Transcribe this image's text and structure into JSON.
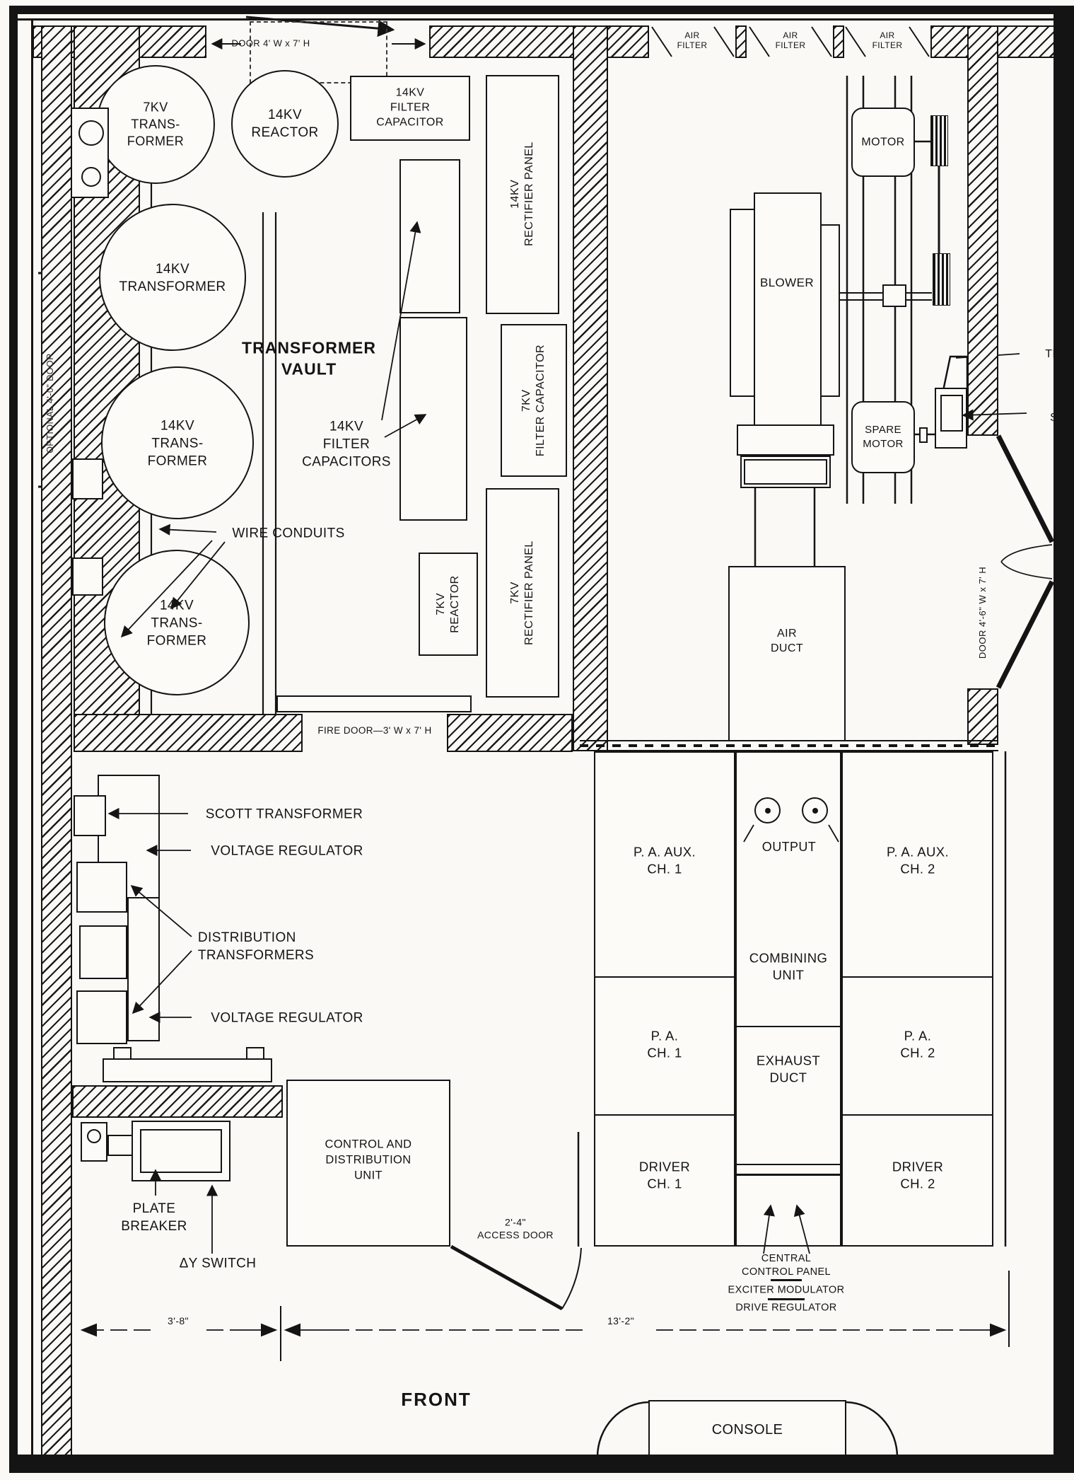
{
  "doors": {
    "top": "DOOR 4' W x 7' H",
    "fire": "FIRE DOOR—3' W x 7' H",
    "side": "DOOR 4'-6\" W x 7' H",
    "access": "2'-4\"\nACCESS DOOR",
    "optional": "OPTIONAL 4'-0\" DOOR"
  },
  "air_filters": [
    "AIR\nFILTER",
    "AIR\nFILTER",
    "AIR\nFILTER"
  ],
  "vault": {
    "title": "TRANSFORMER\nVAULT",
    "transformer_7kv": "7KV\nTRANS-\nFORMER",
    "reactor_14kv": "14KV\nREACTOR",
    "filter_capacitor_14kv": "14KV\nFILTER\nCAPACITOR",
    "transformer_14kv_1": "14KV\nTRANSFORMER",
    "transformer_14kv_2": "14KV\nTRANS-\nFORMER",
    "transformer_14kv_3": "14KV\nTRANS-\nFORMER",
    "filter_capacitors_label": "14KV\nFILTER\nCAPACITORS",
    "wire_conduits": "WIRE CONDUITS",
    "rectifier_panel_14kv": "14KV\nRECTIFIER PANEL",
    "filter_capacitor_7kv": "7KV\nFILTER CAPACITOR",
    "rectifier_panel_7kv": "7KV\nRECTIFIER PANEL",
    "reactor_7kv": "7KV\nREACTOR"
  },
  "blower_room": {
    "motor": "MOTOR",
    "blower": "BLOWER",
    "spare_motor": "SPARE\nMOTOR",
    "air_duct": "AIR\nDUCT",
    "motor_transfer_switch": "MOTOR\nTRANSFER\nSWITCH",
    "motor_starter": "MOTOR\nSTARTER"
  },
  "power_room": {
    "scott_transformer": "SCOTT TRANSFORMER",
    "voltage_regulator_1": "VOLTAGE REGULATOR",
    "distribution_transformers": "DISTRIBUTION\nTRANSFORMERS",
    "voltage_regulator_2": "VOLTAGE REGULATOR",
    "plate_breaker": "PLATE\nBREAKER",
    "delta_y_switch": "ΔY SWITCH",
    "control_distribution_unit": "CONTROL AND\nDISTRIBUTION\nUNIT"
  },
  "transmitter": {
    "pa_aux_ch1": "P. A. AUX.\nCH. 1",
    "output": "OUTPUT",
    "pa_aux_ch2": "P. A. AUX.\nCH. 2",
    "combining_unit": "COMBINING\nUNIT",
    "pa_ch1": "P. A.\nCH. 1",
    "exhaust_duct": "EXHAUST\nDUCT",
    "pa_ch2": "P. A.\nCH. 2",
    "driver_ch1": "DRIVER\nCH. 1",
    "driver_ch2": "DRIVER\nCH. 2",
    "central_label": "CENTRAL\nCONTROL PANEL",
    "exciter_modulator": "EXCITER MODULATOR",
    "drive_regulator": "DRIVE REGULATOR"
  },
  "dimensions": {
    "left": "3'-8\"",
    "right": "13'-2\""
  },
  "front_label": "FRONT",
  "console_label": "CONSOLE"
}
